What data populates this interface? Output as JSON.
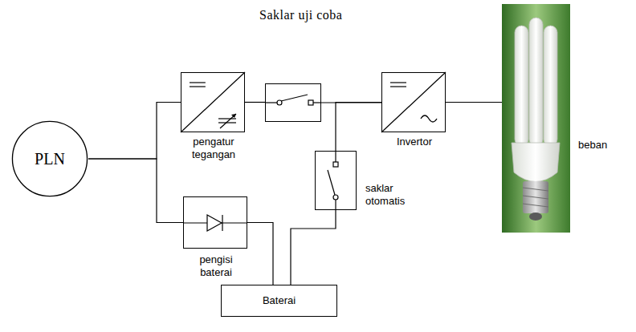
{
  "diagram": {
    "nodes": [
      {
        "text": [
          "PLN"
        ]
      },
      {
        "text": [
          "pengatur tegangan"
        ]
      },
      {
        "text": [
          "Saklar uji coba"
        ]
      },
      {
        "text": [
          "Invertor"
        ]
      },
      {
        "text": [
          "saklar otomatis"
        ]
      },
      {
        "text": [
          "pengisi baterai"
        ]
      },
      {
        "text": [
          "Baterai"
        ]
      },
      {
        "text": [
          "beban"
        ]
      }
    ],
    "edges": [
      {
        "from": 0,
        "to": 1,
        "arrow": "none"
      },
      {
        "from": 0,
        "to": 5,
        "arrow": "none"
      },
      {
        "from": 1,
        "to": 2,
        "arrow": "none"
      },
      {
        "from": 2,
        "to": 3,
        "arrow": "none"
      },
      {
        "from": 4,
        "to": 3,
        "arrow": "none"
      },
      {
        "from": 4,
        "to": 6,
        "arrow": "none"
      },
      {
        "from": 5,
        "to": 6,
        "arrow": "none"
      },
      {
        "from": 3,
        "to": 7,
        "arrow": "none"
      }
    ]
  }
}
